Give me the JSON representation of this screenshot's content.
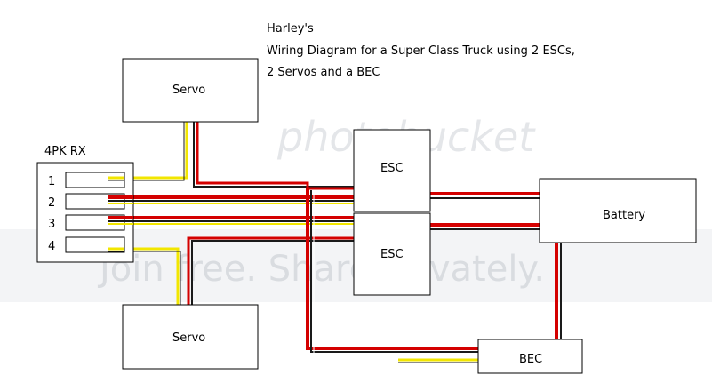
{
  "title": {
    "lines": [
      "Harley's",
      "Wiring Diagram for a Super Class Truck using 2 ESCs,",
      "2 Servos and a BEC"
    ]
  },
  "components": {
    "servo_top": "Servo",
    "servo_bottom": "Servo",
    "esc_top": "ESC",
    "esc_bottom": "ESC",
    "battery": "Battery",
    "bec": "BEC",
    "receiver": "4PK RX"
  },
  "receiver_channels": [
    "1",
    "2",
    "3",
    "4"
  ],
  "watermark": {
    "logo": "photobucket",
    "tagline": "Join free. Share privately."
  },
  "wire_colors": {
    "red": "#d40000",
    "black": "#1a1a1a",
    "white": "#ffffff",
    "yellow": "#f2e600"
  }
}
